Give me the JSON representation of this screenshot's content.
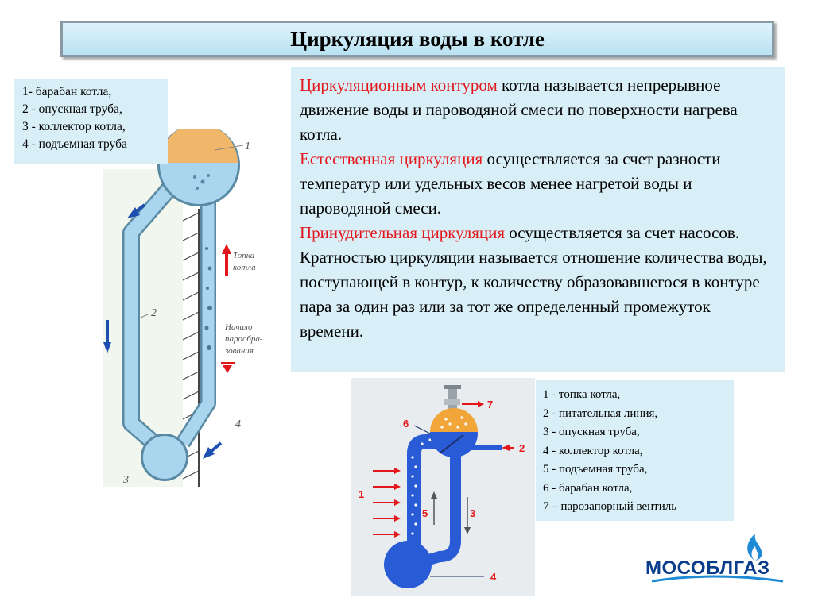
{
  "title": "Циркуляция воды в котле",
  "legend_left": [
    "1- барабан котла,",
    "2 - опускная труба,",
    "3 - коллектор котла,",
    "4 - подъемная труба"
  ],
  "paragraphs": [
    {
      "highlight": "Циркуляционным контуром",
      "rest": " котла называется непрерывное движение воды и пароводяной смеси по поверхности нагрева котла."
    },
    {
      "highlight": "Естественная циркуляция",
      "rest": " осуществляется за счет разности температур или удельных весов менее нагретой воды и пароводяной смеси."
    },
    {
      "highlight": "Принудительная циркуляция",
      "rest": " осуществляется за счет насосов."
    },
    {
      "highlight": "",
      "rest": "Кратностью циркуляции называется отношение количества воды, поступающей в контур, к количеству образовавшегося в контуре пара за один раз или за тот же определенный промежуток времени."
    }
  ],
  "legend_right": [
    "1 - топка котла,",
    "2 - питательная линия,",
    "3 - опускная труба,",
    "4 - коллектор котла,",
    "5 - подъемная труба,",
    "6 - барабан котла,",
    "7 – парозапорный вентиль"
  ],
  "figure_left": {
    "labels": {
      "n1": "1",
      "n2": "2",
      "n3": "3",
      "n4": "4"
    },
    "furnace_label": [
      "Топка",
      "котла"
    ],
    "boiling_label": [
      "Начало",
      "парообра-",
      "зования"
    ]
  },
  "figure_right": {
    "labels": {
      "n1": "1",
      "n2": "2",
      "n3": "3",
      "n4": "4",
      "n5": "5",
      "n6": "6",
      "n7": "7"
    }
  },
  "logo": {
    "text": "МОСОБЛГАЗ"
  },
  "colors": {
    "accent_red": "#e3171b",
    "panel_bg": "#d9eff8",
    "logo_blue": "#0a3c8c"
  }
}
